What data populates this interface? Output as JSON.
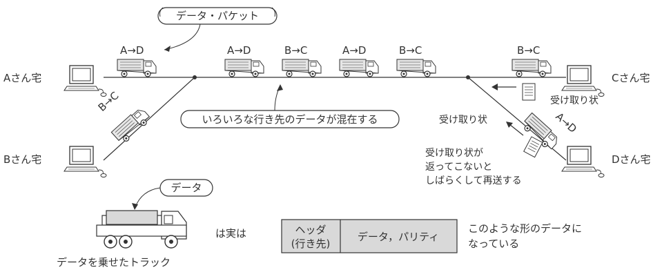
{
  "nodes": {
    "a": "Aさん宅",
    "b": "Bさん宅",
    "c": "Cさん宅",
    "d": "Dさん宅"
  },
  "callouts": {
    "packet": "データ・パケット",
    "mixed": "いろいろな行き先のデータが混在する",
    "data": "データ"
  },
  "trucks": {
    "t_ad_1": "A→D",
    "t_ad_2": "A→D",
    "t_bc_1": "B→C",
    "t_ad_3": "A→D",
    "t_bc_2": "B→C",
    "t_bc_3": "B→C",
    "t_bc_diag": "B→C",
    "t_ad_diag": "A→D"
  },
  "receipts": {
    "receipt_c": "受け取り状",
    "receipt_d": "受け取り状",
    "resend_1": "受け取り状が",
    "resend_2": "返ってこないと",
    "resend_3": "しばらくして再送する"
  },
  "legend": {
    "truck_caption": "データを乗せたトラック",
    "is_actually": "は実は",
    "header_1": "ヘッダ",
    "header_2": "(行き先)",
    "payload": "データ，パリティ",
    "shape_1": "このような形のデータに",
    "shape_2": "なっている"
  },
  "colors": {
    "line": "#333333",
    "box_fill": "#d9d9d9",
    "screen_fill": "#ffffff"
  }
}
